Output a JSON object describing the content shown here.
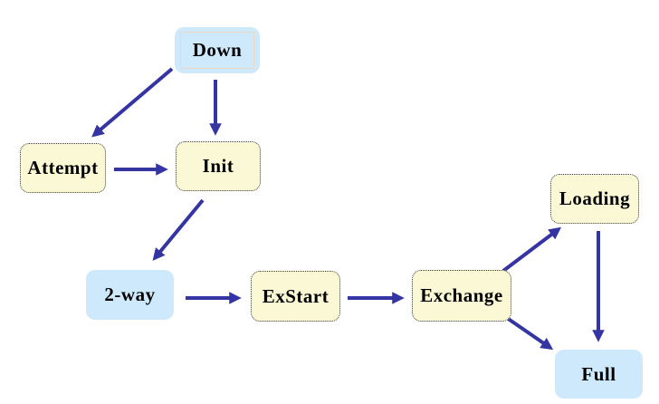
{
  "diagram": {
    "background_color": "#FFFFFF",
    "arrow_color": "#3434A3",
    "node_fill_yellow": "#FBF8D5",
    "node_fill_blue": "#CDE9FB",
    "label_color": "#000000",
    "nodes": [
      {
        "id": "down",
        "label": "Down",
        "fill": "#CDE9FB"
      },
      {
        "id": "attempt",
        "label": "Attempt",
        "fill": "#FBF8D5"
      },
      {
        "id": "init",
        "label": "Init",
        "fill": "#FBF8D5"
      },
      {
        "id": "two-way",
        "label": "2-way",
        "fill": "#CDE9FB"
      },
      {
        "id": "exstart",
        "label": "ExStart",
        "fill": "#FBF8D5"
      },
      {
        "id": "exchange",
        "label": "Exchange",
        "fill": "#FBF8D5"
      },
      {
        "id": "loading",
        "label": "Loading",
        "fill": "#FBF8D5"
      },
      {
        "id": "full",
        "label": "Full",
        "fill": "#CDE9FB"
      }
    ],
    "edges": [
      {
        "from": "Down",
        "to": "Attempt"
      },
      {
        "from": "Down",
        "to": "Init"
      },
      {
        "from": "Attempt",
        "to": "Init"
      },
      {
        "from": "Init",
        "to": "2-way"
      },
      {
        "from": "2-way",
        "to": "ExStart"
      },
      {
        "from": "ExStart",
        "to": "Exchange"
      },
      {
        "from": "Exchange",
        "to": "Loading"
      },
      {
        "from": "Exchange",
        "to": "Full"
      },
      {
        "from": "Loading",
        "to": "Full"
      }
    ]
  }
}
